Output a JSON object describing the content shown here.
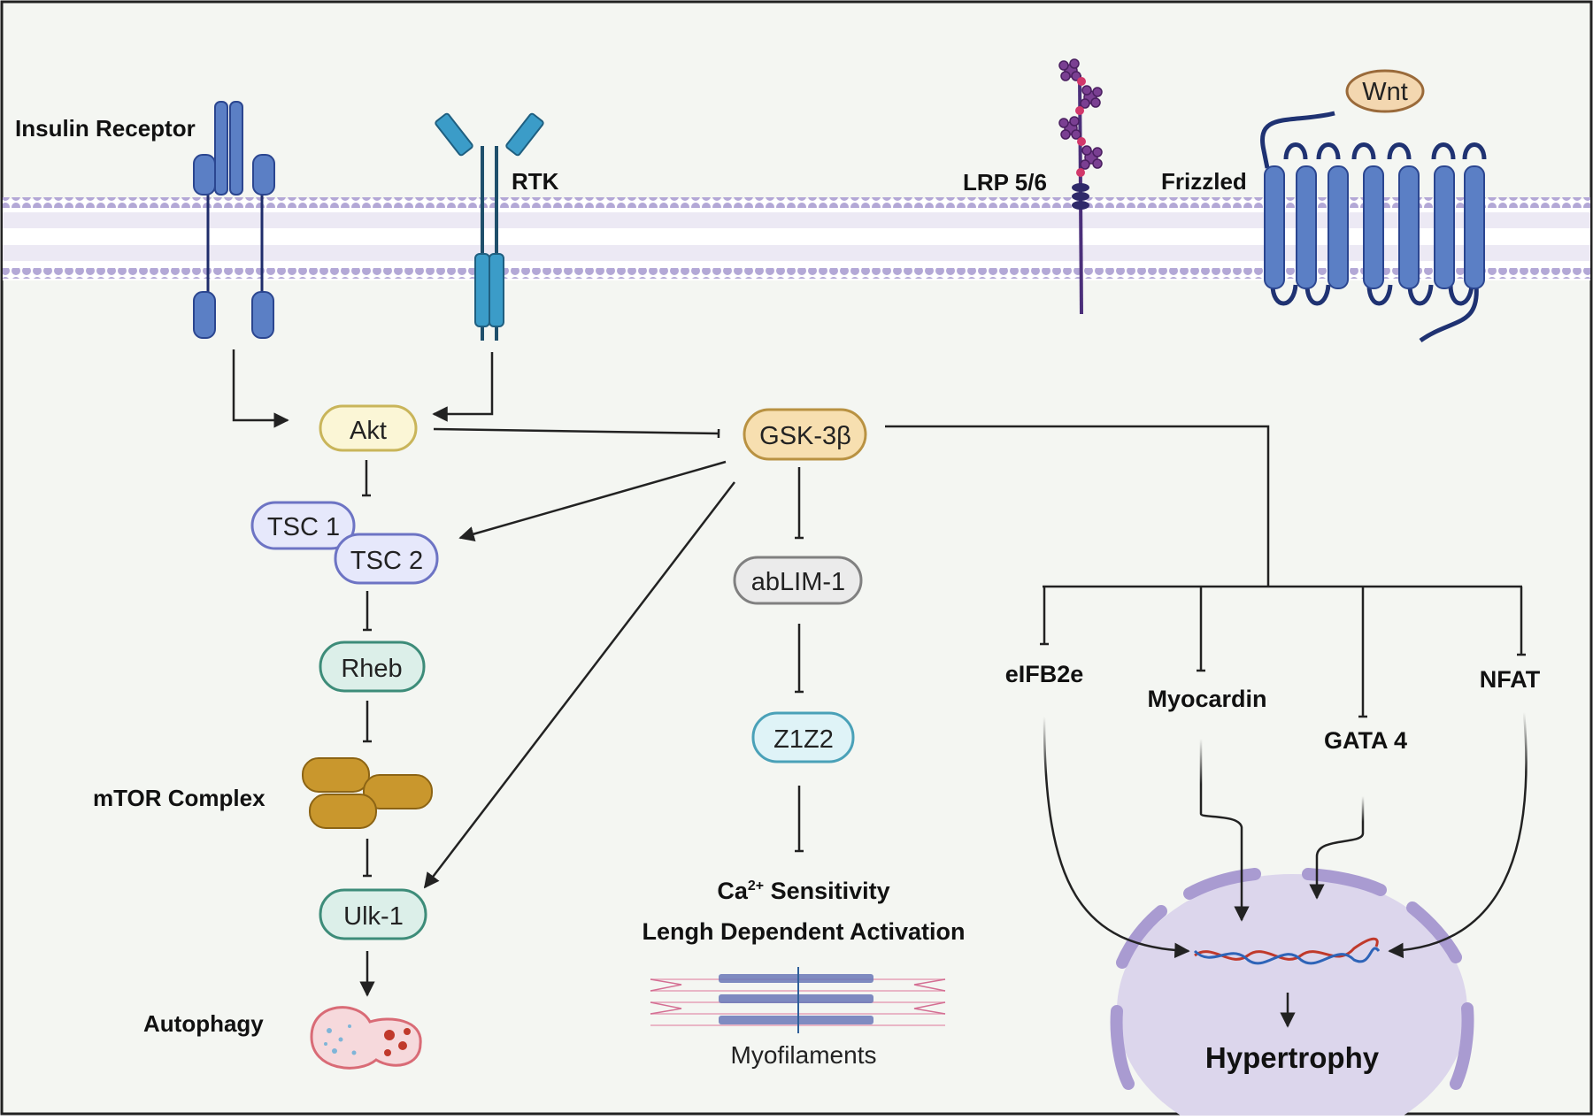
{
  "receptors": {
    "insulin": "Insulin Receptor",
    "rtk": "RTK",
    "lrp": "LRP 5/6",
    "frizzled": "Frizzled",
    "wnt": "Wnt"
  },
  "nodes": {
    "akt": "Akt",
    "gsk": "GSK-3β",
    "tsc1": "TSC 1",
    "tsc2": "TSC 2",
    "rheb": "Rheb",
    "ulk1": "Ulk-1",
    "ablim": "abLIM-1",
    "z1z2": "Z1Z2"
  },
  "labels": {
    "mtor": "mTOR Complex",
    "autophagy": "Autophagy",
    "ca_prefix": "Ca",
    "ca_superscript": "2+",
    "ca_suffix": " Sensitivity",
    "length_activation": "Lengh Dependent Activation",
    "myofilaments": "Myofilaments",
    "eifb2e": "eIFB2e",
    "myocardin": "Myocardin",
    "gata4": "GATA 4",
    "nfat": "NFAT",
    "hypertrophy": "Hypertrophy"
  },
  "colors": {
    "membrane": "#9b8ec4",
    "membrane_bg": "#f4f6f2",
    "receptor_blue": "#5b7fc5",
    "rtk_teal": "#3b9cc8",
    "akt_fill": "#fbf6d6",
    "akt_stroke": "#c9b55a",
    "gsk_fill": "#f7dfb0",
    "gsk_stroke": "#b99242",
    "tsc_fill": "#e6e8fb",
    "tsc_stroke": "#6d74c4",
    "rheb_fill": "#dcefe9",
    "rheb_stroke": "#3d8c79",
    "ablim_fill": "#ebebeb",
    "ablim_stroke": "#808080",
    "z1z2_fill": "#dff3f7",
    "z1z2_stroke": "#4aa1b8",
    "mtor": "#c9972d",
    "nucleus": "#dcd6ec",
    "nucleus_stroke": "#a99bd1"
  }
}
